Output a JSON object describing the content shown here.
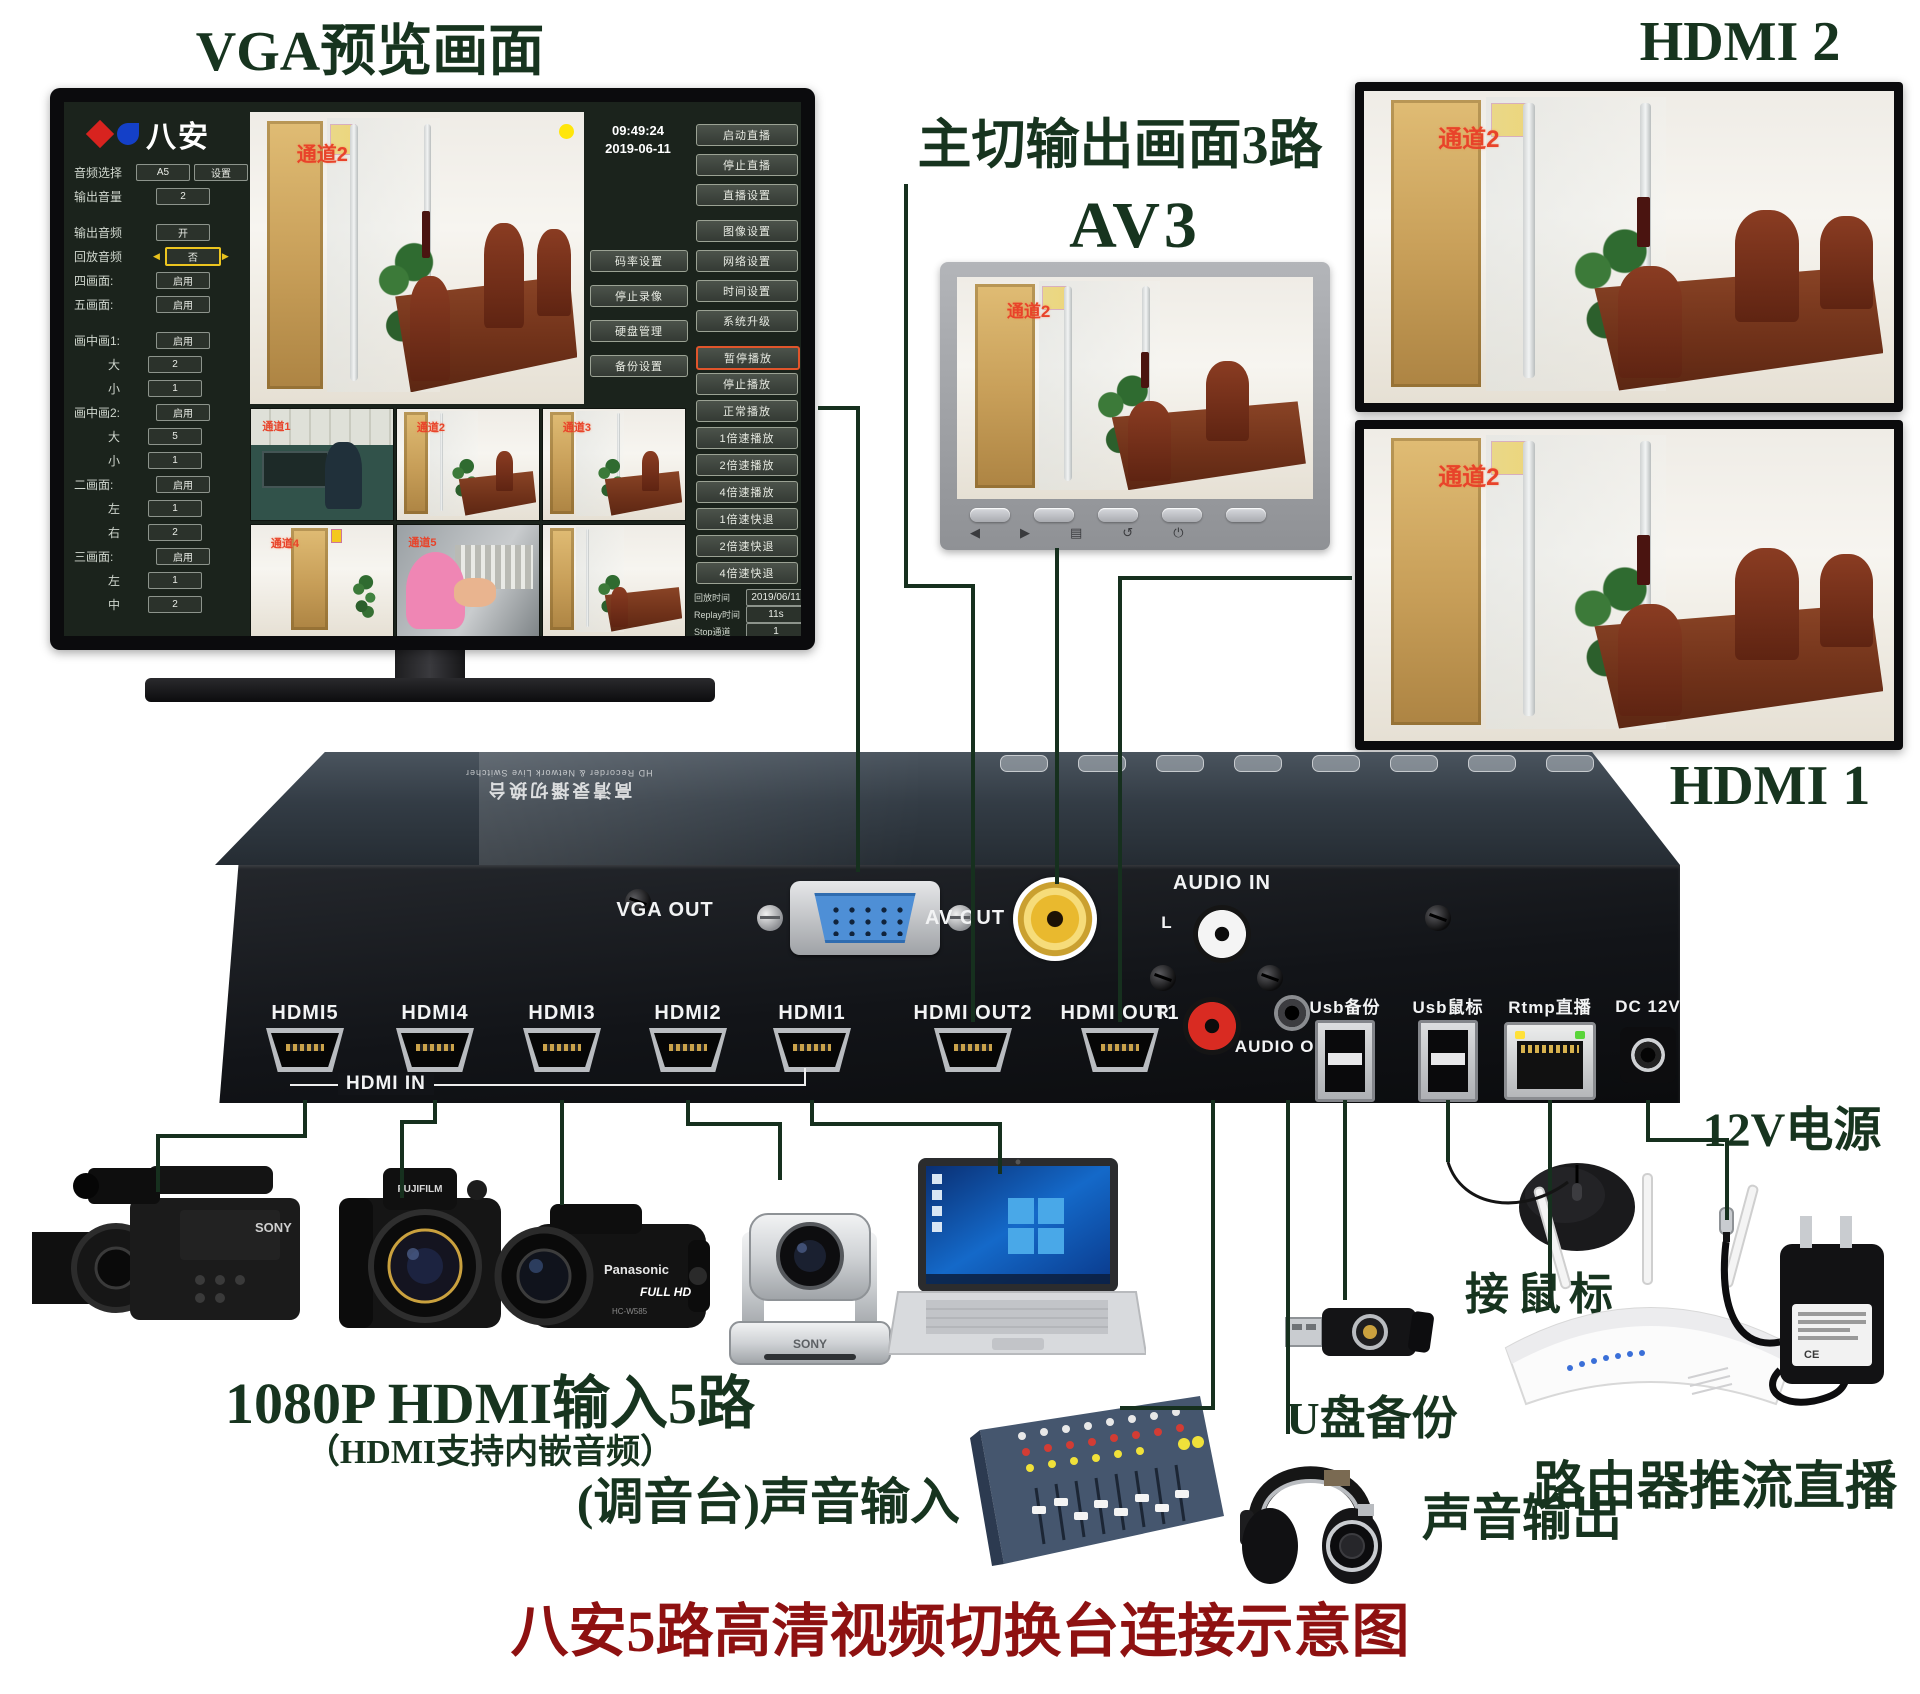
{
  "page": {
    "title": "八安5路高清视频切换台连接示意图",
    "title_color": "#8e1111",
    "label_color": "#17341f",
    "wire_color": "#16301e"
  },
  "labels": {
    "vga_preview": "VGA预览画面",
    "main_output": "主切输出画面3路",
    "av3": "AV3",
    "hdmi2": "HDMI 2",
    "hdmi1": "HDMI 1",
    "power_supply": "12V电源",
    "mouse": "接鼠标",
    "usb_backup": "U盘备份",
    "router": "路由器推流直播",
    "audio_output": "声音输出",
    "audio_input": "(调音台)声音输入",
    "hdmi_inputs_line1": "1080P HDMI输入5路",
    "hdmi_inputs_line2": "（HDMI支持内嵌音频）"
  },
  "device": {
    "top_text": "高清录播切换台",
    "top_text_en": "HD Recorder & Network Live Switcher",
    "ports": {
      "hdmi_in": [
        "HDMI5",
        "HDMI4",
        "HDMI3",
        "HDMI2",
        "HDMI1"
      ],
      "hdmi_in_group": "HDMI IN",
      "vga_out": "VGA OUT",
      "av_out": "AV OUT",
      "hdmi_out2": "HDMI OUT2",
      "hdmi_out1": "HDMI OUT1",
      "audio_in": "AUDIO IN",
      "audio_in_l": "L",
      "audio_in_r": "R",
      "audio_out": "AUDIO OUT",
      "usb_backup": "Usb备份",
      "usb_mouse": "Usb鼠标",
      "rtmp": "Rtmp直播",
      "dc": "DC 12V"
    }
  },
  "vga_screen": {
    "logo": "八安",
    "timestamp": "09:49:24",
    "date": "2019-06-11",
    "channel_overlay": "通道2",
    "menu": [
      {
        "label": "音频选择",
        "value": "A5",
        "extra": "设置"
      },
      {
        "label": "输出音量",
        "value": "2"
      },
      {
        "label": "输出音频",
        "value": "开"
      },
      {
        "label": "回放音频",
        "value": "否"
      },
      {
        "label": "四画面:",
        "value": "启用"
      },
      {
        "label": "五画面:",
        "value": "启用"
      },
      {
        "label": "画中画1:",
        "value": "启用"
      },
      {
        "label": "大",
        "value": "2"
      },
      {
        "label": "小",
        "value": "1"
      },
      {
        "label": "画中画2:",
        "value": "启用"
      },
      {
        "label": "大",
        "value": "5"
      },
      {
        "label": "小",
        "value": "1"
      },
      {
        "label": "二画面:",
        "value": "启用"
      },
      {
        "label": "左",
        "value": "1"
      },
      {
        "label": "右",
        "value": "2"
      },
      {
        "label": "三画面:",
        "value": "启用"
      },
      {
        "label": "左",
        "value": "1"
      },
      {
        "label": "中",
        "value": "2"
      }
    ],
    "mid_buttons": [
      "码率设置",
      "停止录像",
      "硬盘管理",
      "备份设置"
    ],
    "right_buttons": [
      "启动直播",
      "停止直播",
      "直播设置",
      "图像设置",
      "网络设置",
      "时间设置",
      "系统升级"
    ],
    "playback_buttons": [
      "暂停播放",
      "停止播放",
      "正常播放",
      "1倍速播放",
      "2倍速播放",
      "4倍速播放",
      "1倍速快退",
      "2倍速快退",
      "4倍速快退"
    ],
    "playback_fields": [
      {
        "label": "回放时间",
        "value": "2019/06/11"
      },
      {
        "label": "Replay时间",
        "value": "11s"
      },
      {
        "label": "Stop通道",
        "value": "1"
      }
    ],
    "thumbnails": [
      "通道1",
      "通道2",
      "通道3",
      "通道4",
      "通道5",
      ""
    ]
  },
  "monitors": {
    "av3_channel": "通道2",
    "hdmi2_channel": "通道2",
    "hdmi1_channel": "通道2"
  },
  "equipment": {
    "camera1_brand": "SONY",
    "camera2_brand": "FUJIFILM",
    "camcorder_brand": "Panasonic",
    "camcorder_hd": "FULL HD",
    "camcorder_model": "HC-W585",
    "ptz_brand": "SONY"
  }
}
